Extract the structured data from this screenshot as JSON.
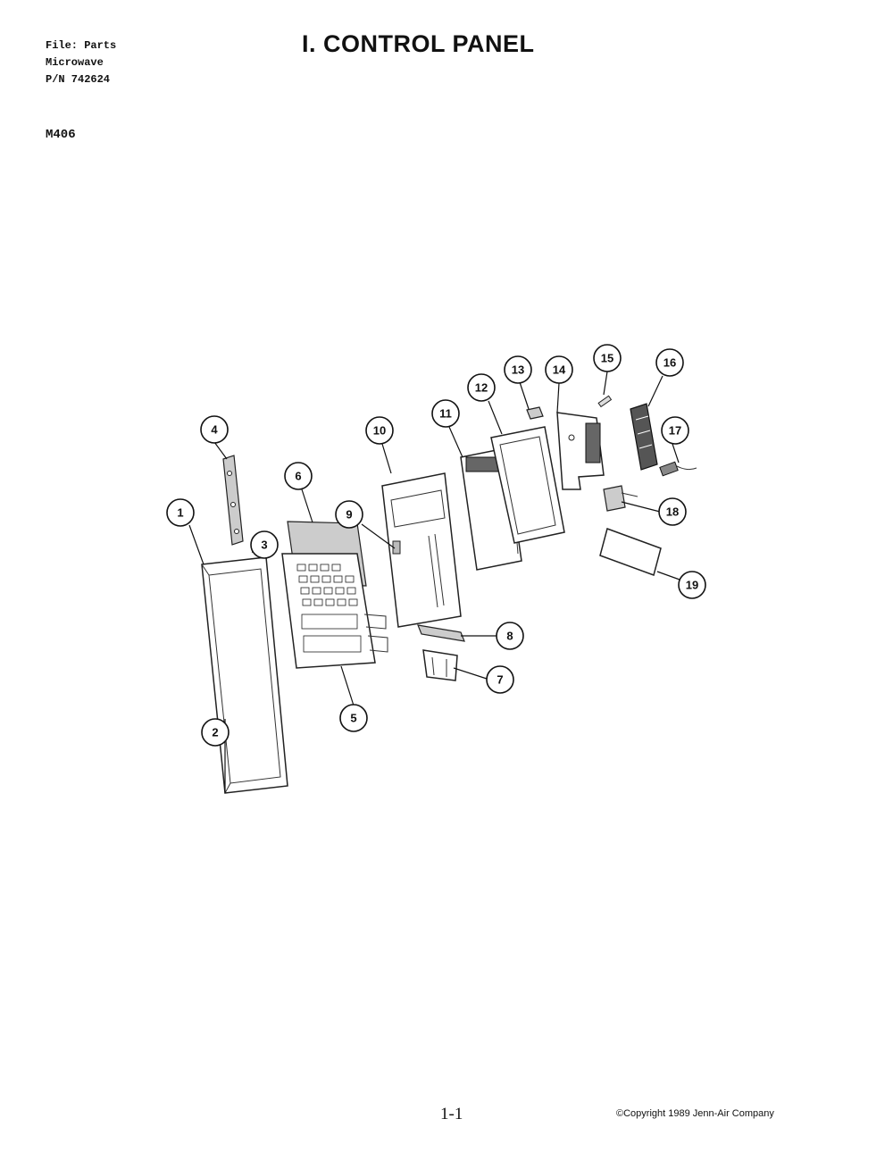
{
  "header": {
    "file_line": "File: Parts",
    "product_line": "Microwave",
    "pn_line": "P/N 742624"
  },
  "model": "M406",
  "title": "I. CONTROL PANEL",
  "footer": {
    "page_number": "1-1",
    "copyright": "©Copyright 1989 Jenn-Air Company"
  },
  "callouts": [
    "1",
    "2",
    "3",
    "4",
    "5",
    "6",
    "7",
    "8",
    "9",
    "10",
    "11",
    "12",
    "13",
    "14",
    "15",
    "16",
    "17",
    "18",
    "19"
  ]
}
